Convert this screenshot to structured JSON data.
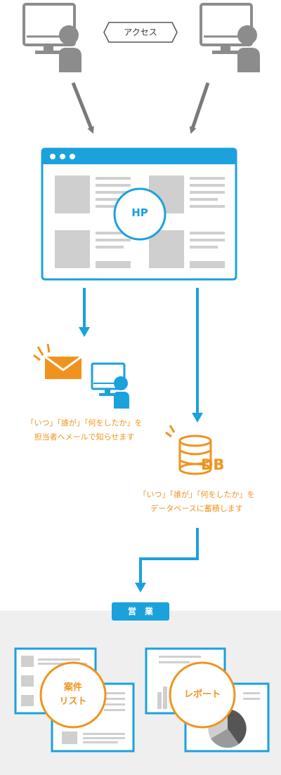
{
  "access_bubble": {
    "label": "アクセス"
  },
  "hp": {
    "label": "HP"
  },
  "notify": {
    "line1": "「いつ」「誰が」「何をしたか」を",
    "line2": "担当者へメールで知らせます"
  },
  "db": {
    "label": "DB",
    "line1": "「いつ」「誰が」「何をしたか」を",
    "line2": "データベースに蓄積します"
  },
  "sales": {
    "badge": "営　業",
    "cards": [
      {
        "label_line1": "案件",
        "label_line2": "リスト"
      },
      {
        "label_line1": "レポート"
      }
    ]
  },
  "colors": {
    "gray_icon": "#8c8c8c",
    "arrow_gray": "#7a7a7a",
    "blue": "#1ba1dc",
    "orange": "#f0931e",
    "panel_bg": "#efefef",
    "block_gray": "#cfcfcf",
    "dark_gray": "#555555"
  },
  "icons": [
    "computer-icon",
    "person-icon",
    "mail-icon",
    "database-icon",
    "pie-chart-icon",
    "bar-chart-icon"
  ]
}
